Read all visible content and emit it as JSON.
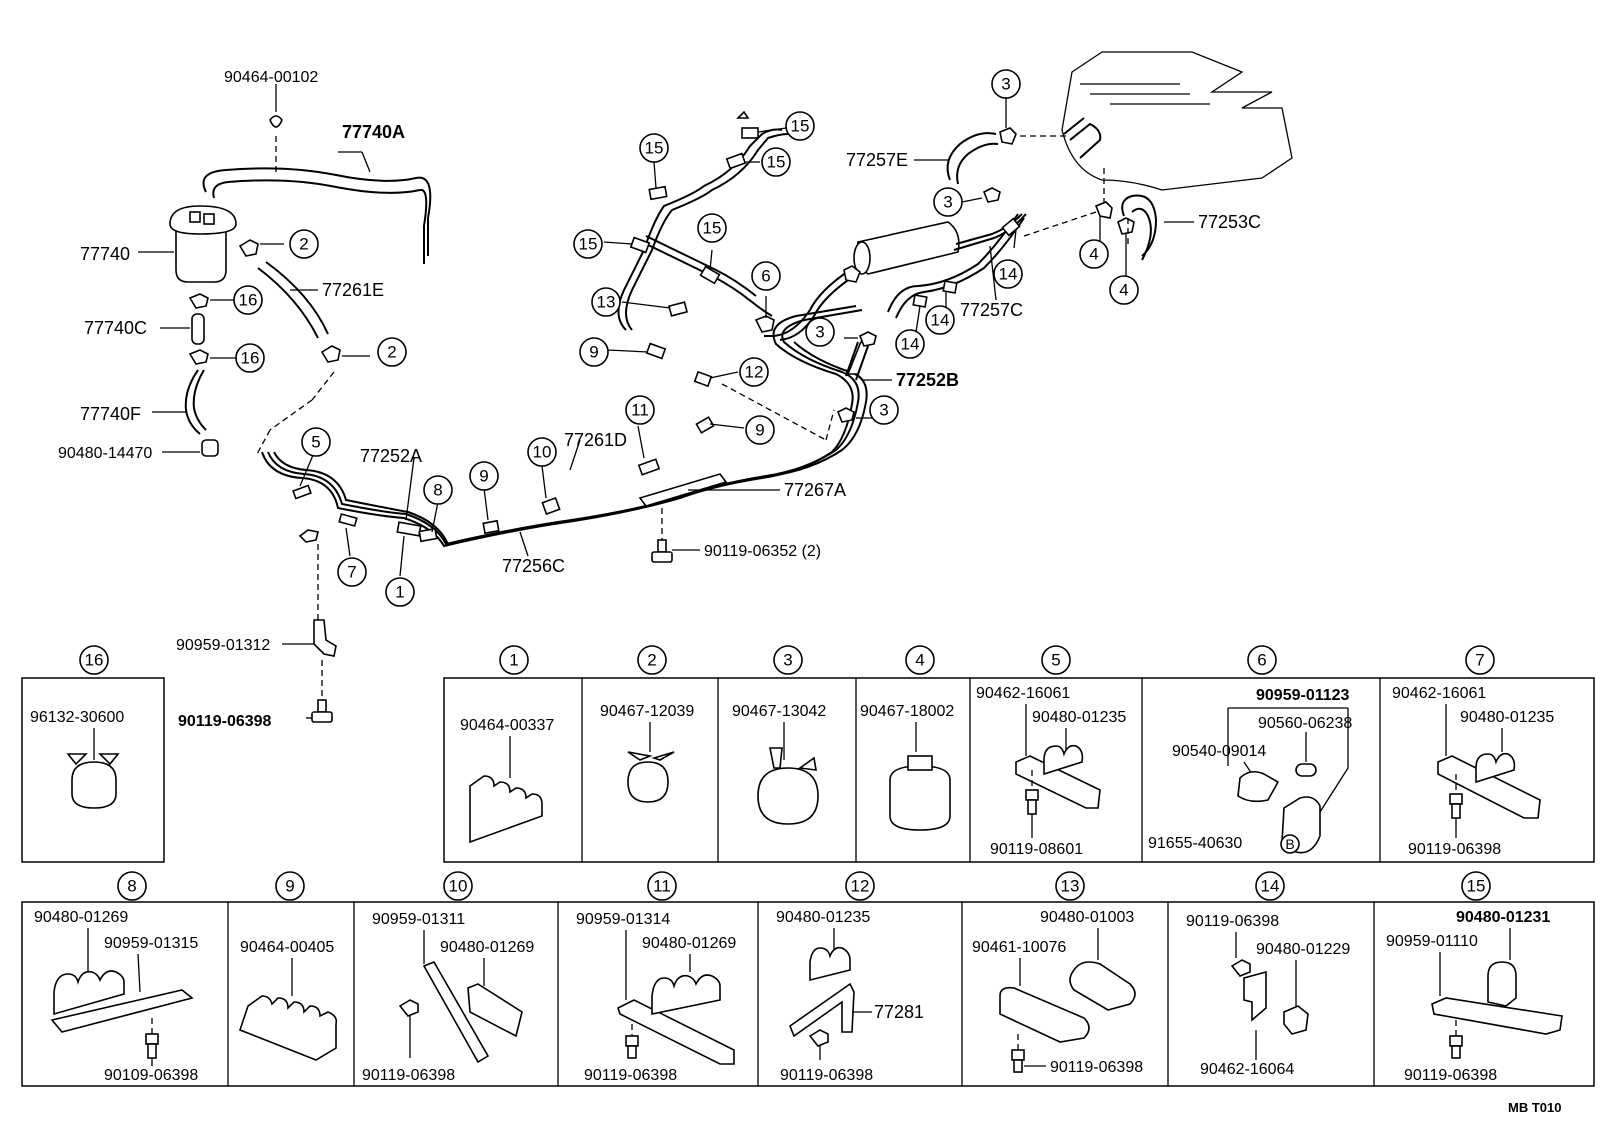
{
  "diagram_code": "MB  T010",
  "main_labels": {
    "p_90464_00102": "90464-00102",
    "p_77740A": "77740A",
    "p_77740": "77740",
    "p_77261E": "77261E",
    "p_77740C": "77740C",
    "p_77740F": "77740F",
    "p_90480_14470": "90480-14470",
    "p_77252A": "77252A",
    "p_77256C": "77256C",
    "p_77261D": "77261D",
    "p_77267A": "77267A",
    "p_90119_06352": "90119-06352  (2)",
    "p_90959_01312": "90959-01312",
    "p_90119_06398_main": "90119-06398",
    "p_77257E": "77257E",
    "p_77253C": "77253C",
    "p_77257C": "77257C",
    "p_77252B": "77252B"
  },
  "callouts": {
    "c1": "1",
    "c2": "2",
    "c3": "3",
    "c4": "4",
    "c5": "5",
    "c6": "6",
    "c7": "7",
    "c8": "8",
    "c9": "9",
    "c10": "10",
    "c11": "11",
    "c12": "12",
    "c13": "13",
    "c14": "14",
    "c15": "15",
    "c16": "16"
  },
  "detail_boxes": {
    "b16": {
      "num": "16",
      "parts": [
        "96132-30600"
      ]
    },
    "b1": {
      "num": "1",
      "parts": [
        "90464-00337"
      ]
    },
    "b2": {
      "num": "2",
      "parts": [
        "90467-12039"
      ]
    },
    "b3": {
      "num": "3",
      "parts": [
        "90467-13042"
      ]
    },
    "b4": {
      "num": "4",
      "parts": [
        "90467-18002"
      ]
    },
    "b5": {
      "num": "5",
      "parts": [
        "90462-16061",
        "90480-01235",
        "90119-08601"
      ]
    },
    "b6": {
      "num": "6",
      "parts": [
        "90959-01123",
        "90560-06238",
        "90540-09014",
        "91655-40630",
        "B"
      ]
    },
    "b7": {
      "num": "7",
      "parts": [
        "90462-16061",
        "90480-01235",
        "90119-06398"
      ]
    },
    "b8": {
      "num": "8",
      "parts": [
        "90480-01269",
        "90959-01315",
        "90109-06398"
      ]
    },
    "b9": {
      "num": "9",
      "parts": [
        "90464-00405"
      ]
    },
    "b10": {
      "num": "10",
      "parts": [
        "90959-01311",
        "90480-01269",
        "90119-06398"
      ]
    },
    "b11": {
      "num": "11",
      "parts": [
        "90959-01314",
        "90480-01269",
        "90119-06398"
      ]
    },
    "b12": {
      "num": "12",
      "parts": [
        "90480-01235",
        "77281",
        "90119-06398"
      ]
    },
    "b13": {
      "num": "13",
      "parts": [
        "90480-01003",
        "90461-10076",
        "90119-06398"
      ]
    },
    "b14": {
      "num": "14",
      "parts": [
        "90119-06398",
        "90480-01229",
        "90462-16064"
      ]
    },
    "b15": {
      "num": "15",
      "parts": [
        "90480-01231",
        "90959-01110",
        "90119-06398"
      ]
    }
  }
}
